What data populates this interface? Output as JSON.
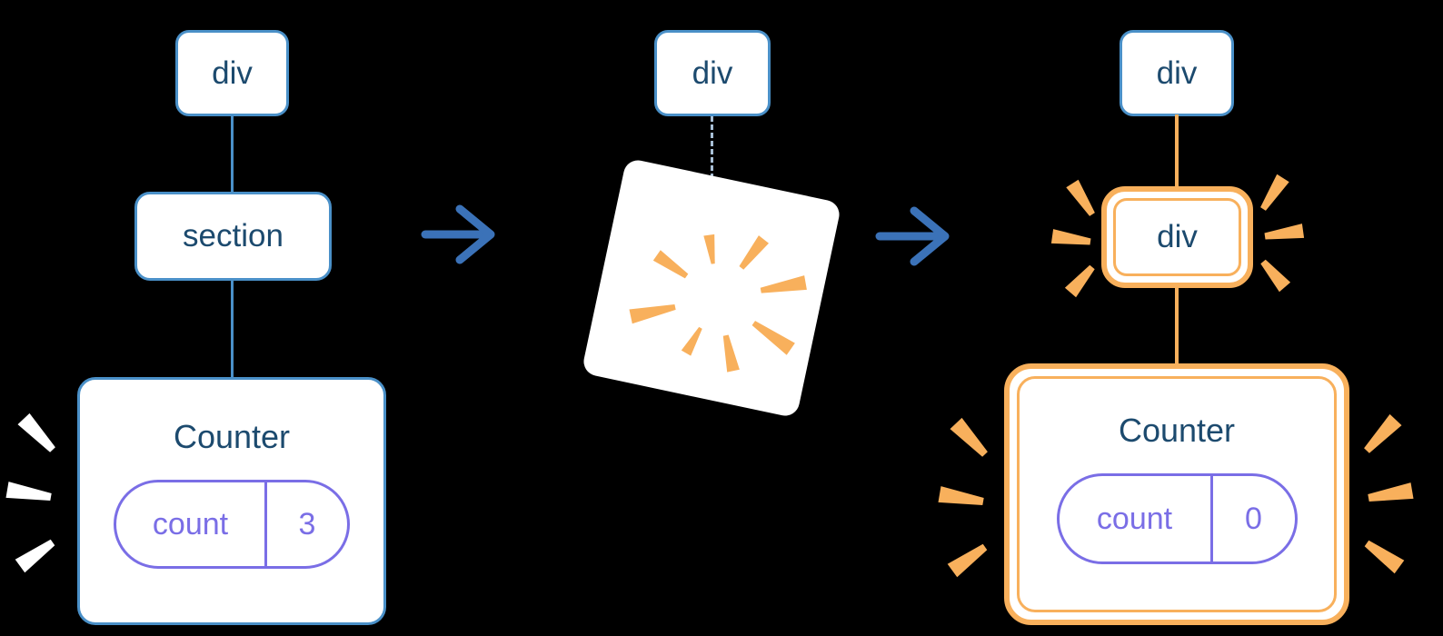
{
  "diagram": {
    "left_tree": {
      "root": "div",
      "child": "section",
      "counter": {
        "title": "Counter",
        "state_label": "count",
        "state_value": "3"
      }
    },
    "middle": {
      "root": "div"
    },
    "right_tree": {
      "root": "div",
      "child": "div",
      "counter": {
        "title": "Counter",
        "state_label": "count",
        "state_value": "0"
      }
    },
    "colors": {
      "node_border": "#4a90c8",
      "node_text": "#1c4a6e",
      "state_purple": "#7a6ee6",
      "highlight_orange": "#f8b05c",
      "arrow_blue": "#3b72b8",
      "burst_white": "#ffffff",
      "dashed_line": "#a8bfd6",
      "background": "#000000"
    }
  }
}
